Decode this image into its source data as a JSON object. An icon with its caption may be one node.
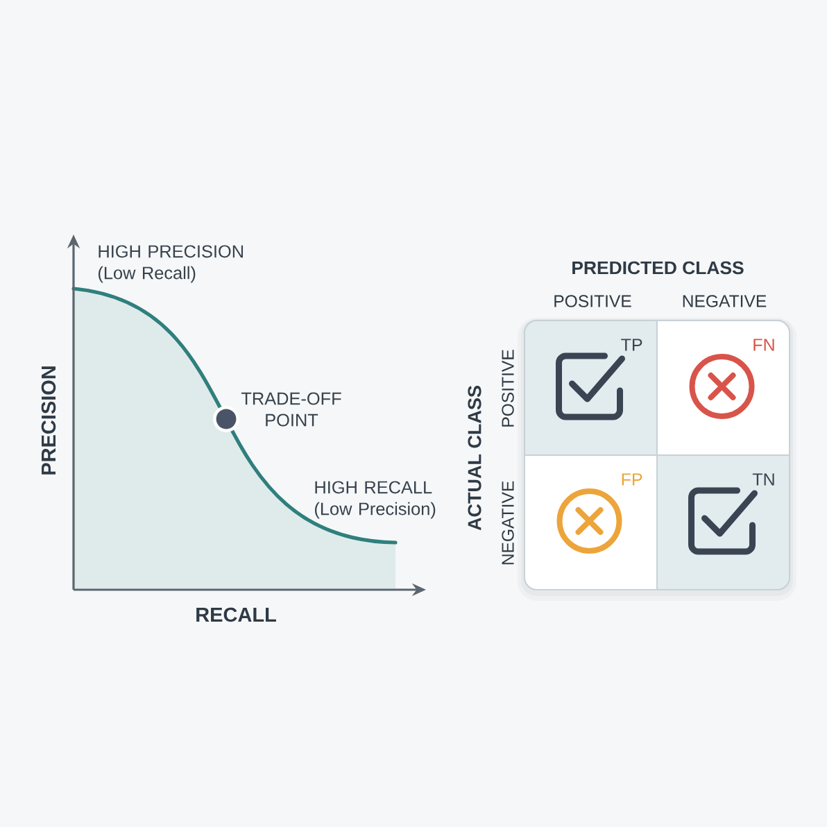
{
  "diagram": {
    "nodes": [
      {
        "text": [],
        "shape": "box"
      },
      {
        "text": [
          "TP"
        ],
        "in": 0
      },
      {
        "text": [
          "FN"
        ],
        "in": 0
      },
      {
        "text": [
          "FP"
        ],
        "in": 0
      },
      {
        "text": [
          "TN"
        ],
        "in": 0
      }
    ],
    "labels": [
      "HIGH PRECISION (Low Recall)",
      "TRADE-OFF POINT",
      "HIGH RECALL (Low Precision)",
      "PRECISION",
      "RECALL",
      "PREDICTED CLASS",
      "POSITIVE",
      "NEGATIVE",
      "ACTUAL CLASS",
      "POSITIVE",
      "NEGATIVE"
    ]
  }
}
